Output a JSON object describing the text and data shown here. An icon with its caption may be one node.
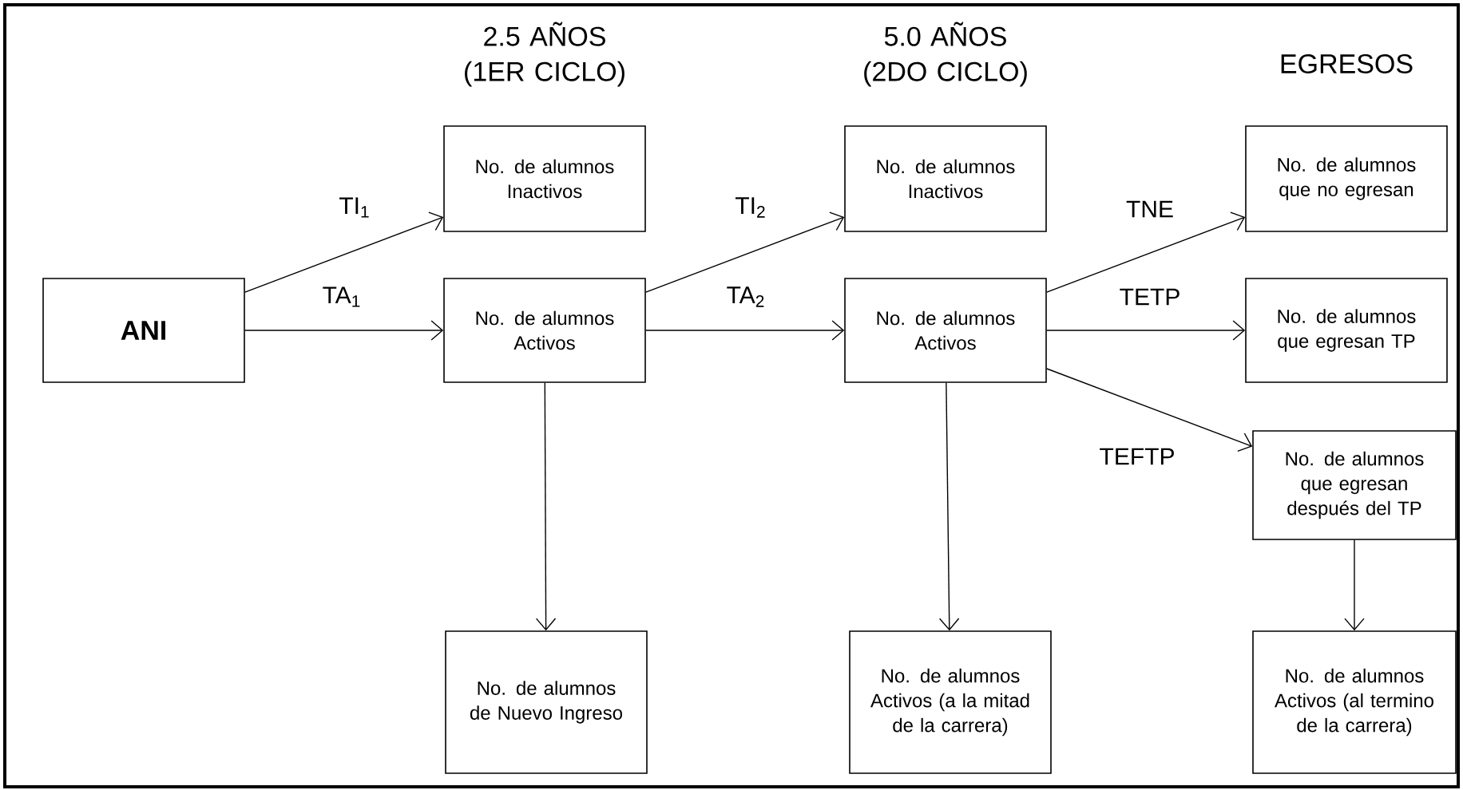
{
  "diagram": {
    "nodes": [
      {
        "text": [
          "ANI"
        ]
      },
      {
        "text": [
          "No. de alumnos Inactivos"
        ]
      },
      {
        "text": [
          "No. de alumnos Activos"
        ]
      },
      {
        "text": [
          "No. de alumnos Inactivos"
        ]
      },
      {
        "text": [
          "No. de alumnos Activos"
        ]
      },
      {
        "text": [
          "No. de alumnos que no egresan"
        ]
      },
      {
        "text": [
          "No. de alumnos que egresan TP"
        ]
      },
      {
        "text": [
          "No. de alumnos que egresan después del TP"
        ]
      },
      {
        "text": [
          "No. de alumnos de Nuevo Ingreso"
        ]
      },
      {
        "text": [
          "No. de alumnos Activos (a la mitad de la carrera)"
        ]
      },
      {
        "text": [
          "No. de alumnos Activos (al termino de la carrera)"
        ]
      }
    ],
    "edges": [
      {
        "from": 0,
        "to": 1,
        "arrow": "to",
        "label": "TI$_{1}$"
      },
      {
        "from": 0,
        "to": 2,
        "arrow": "to",
        "label": "TA$_{1}$"
      },
      {
        "from": 2,
        "to": 3,
        "arrow": "to",
        "label": "TI$_{2}$"
      },
      {
        "from": 2,
        "to": 4,
        "arrow": "to",
        "label": "TA$_{2}$"
      },
      {
        "from": 4,
        "to": 5,
        "arrow": "to",
        "label": "TNE"
      },
      {
        "from": 4,
        "to": 6,
        "arrow": "to",
        "label": "TETP"
      },
      {
        "from": 4,
        "to": 7,
        "arrow": "to",
        "label": "TEFTP"
      },
      {
        "from": 2,
        "to": 8,
        "arrow": "to"
      },
      {
        "from": 4,
        "to": 9,
        "arrow": "to"
      },
      {
        "from": 7,
        "to": 10,
        "arrow": "to"
      }
    ],
    "labels": [
      "2.5 AÑOS (1ER CICLO)",
      "5.0 AÑOS (2DO CICLO)",
      "EGRESOS"
    ]
  }
}
